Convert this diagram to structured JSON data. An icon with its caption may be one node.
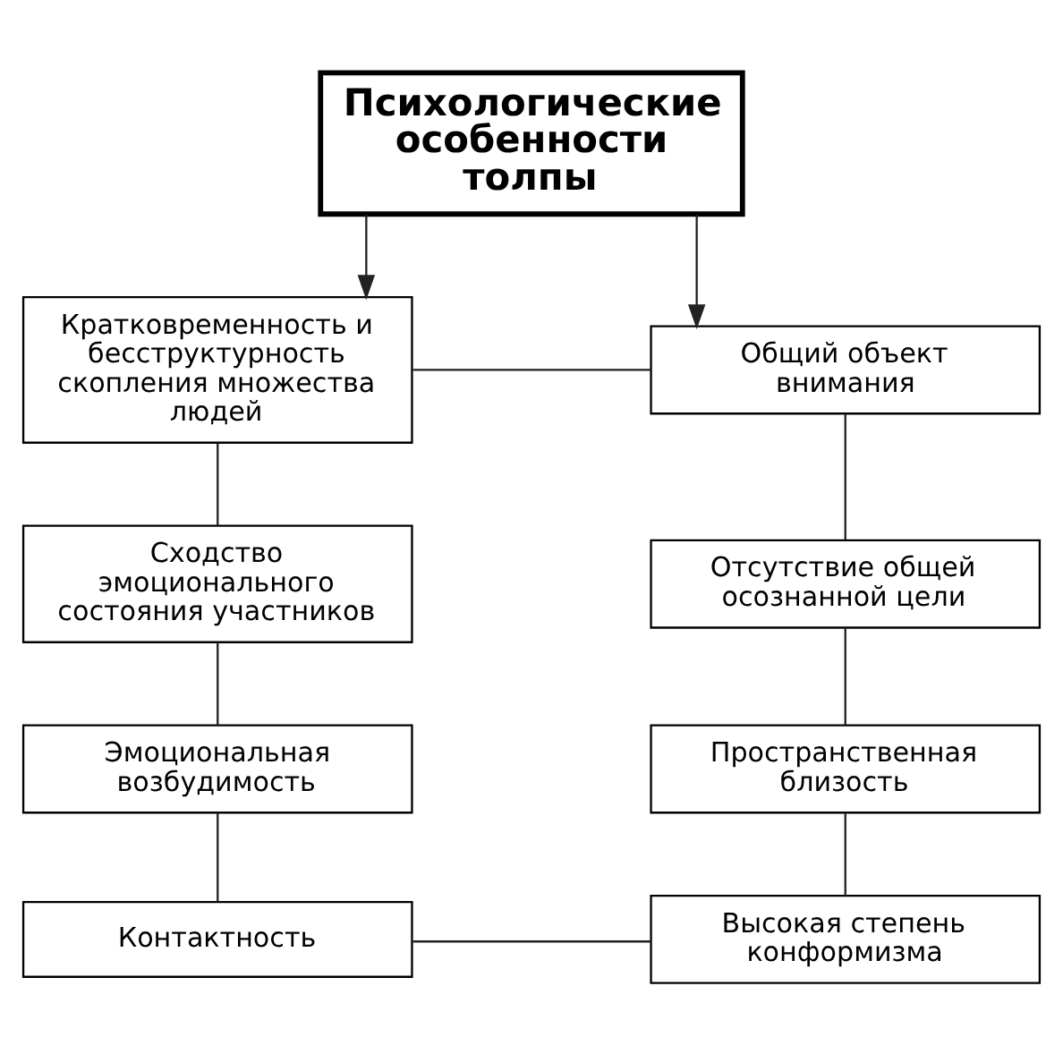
{
  "diagram": {
    "nodes": [
      {
        "text": [
          "Психологические особенности толпы"
        ]
      },
      {
        "text": [
          "Кратковременность и бесструктурность скопления множества людей"
        ]
      },
      {
        "text": [
          "Общий объект внимания"
        ]
      },
      {
        "text": [
          "Сходство эмоционального состояния участников"
        ]
      },
      {
        "text": [
          "Отсутствие общей осознанной цели"
        ]
      },
      {
        "text": [
          "Эмоциональная возбудимость"
        ]
      },
      {
        "text": [
          "Пространственная близость"
        ]
      },
      {
        "text": [
          "Контактность"
        ]
      },
      {
        "text": [
          "Высокая степень конформизма"
        ]
      }
    ],
    "edges": [
      {
        "from": 0,
        "to": 1,
        "arrow": "to"
      },
      {
        "from": 0,
        "to": 2,
        "arrow": "to"
      },
      {
        "from": 1,
        "to": 2,
        "arrow": "none"
      },
      {
        "from": 1,
        "to": 3,
        "arrow": "none"
      },
      {
        "from": 3,
        "to": 5,
        "arrow": "none"
      },
      {
        "from": 5,
        "to": 7,
        "arrow": "none"
      },
      {
        "from": 2,
        "to": 4,
        "arrow": "none"
      },
      {
        "from": 4,
        "to": 6,
        "arrow": "none"
      },
      {
        "from": 6,
        "to": 8,
        "arrow": "none"
      },
      {
        "from": 7,
        "to": 8,
        "arrow": "none"
      }
    ]
  }
}
